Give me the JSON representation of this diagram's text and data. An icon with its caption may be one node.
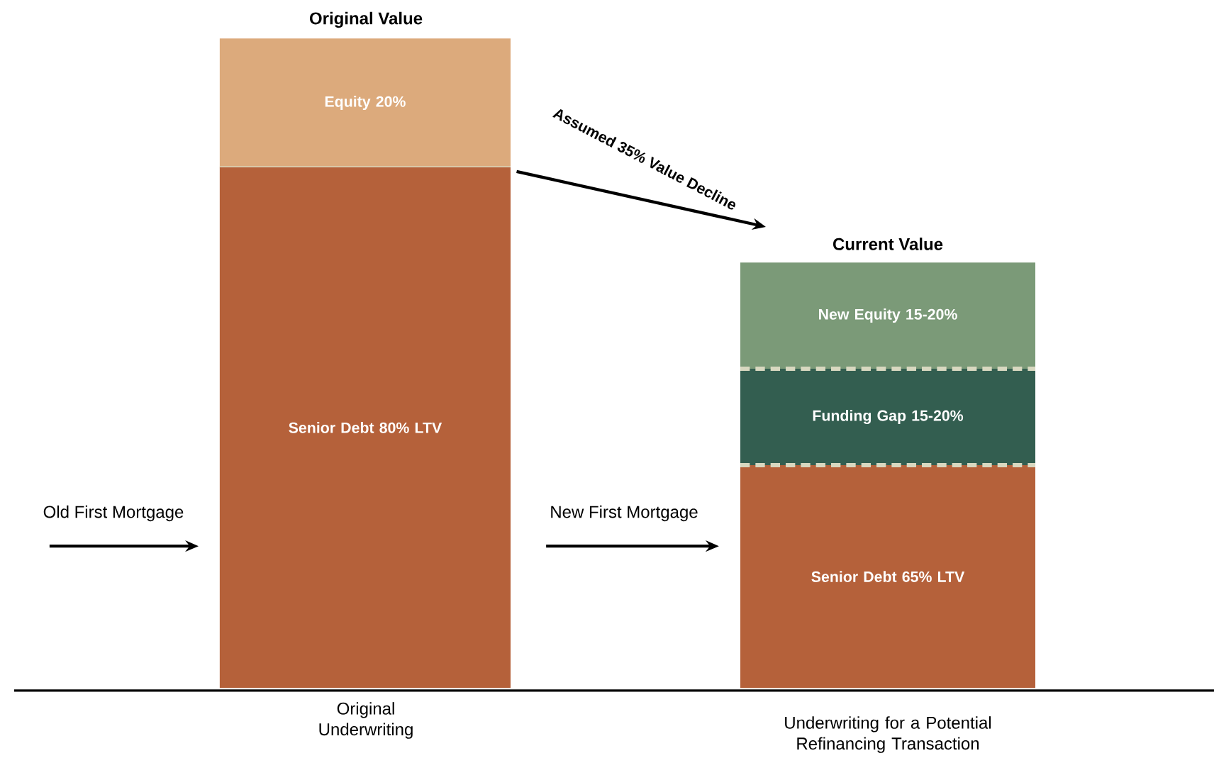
{
  "diagram": {
    "nodes": [
      {
        "text": [
          "Equity 20%"
        ]
      },
      {
        "text": [
          "Senior Debt 80% LTV"
        ]
      },
      {
        "text": [
          "New Equity 15-20%"
        ]
      },
      {
        "text": [
          "Funding Gap 15-20%"
        ]
      },
      {
        "text": [
          "Senior Debt 65% LTV"
        ]
      }
    ],
    "edges": [
      {
        "from": 0,
        "to": null,
        "arrow": "to",
        "label": "Assumed 35% Value Decline"
      },
      {
        "from": null,
        "to": 1,
        "arrow": "to",
        "label": "Old First Mortgage"
      },
      {
        "from": null,
        "to": 4,
        "arrow": "to",
        "label": "New First Mortgage"
      }
    ],
    "labels": [
      "Original Value",
      "Current Value",
      "Original Underwriting",
      "Underwriting for a Potential Refinancing Transaction"
    ]
  }
}
